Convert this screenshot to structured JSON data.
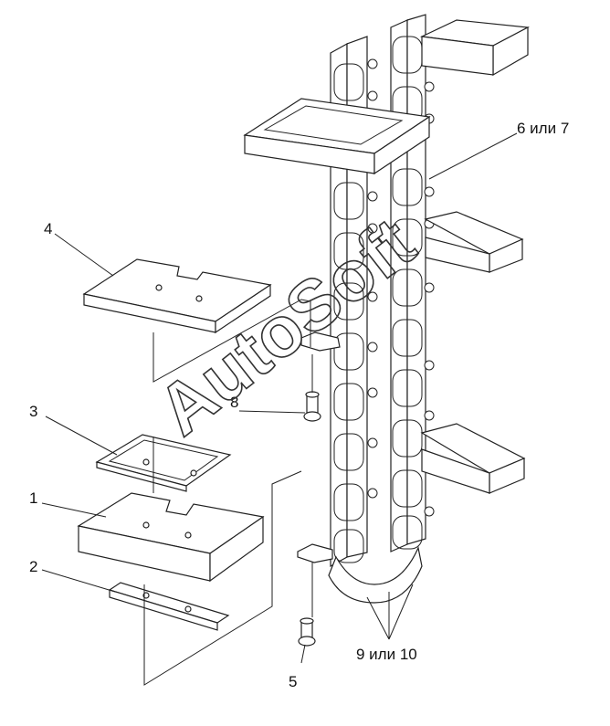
{
  "callouts": {
    "label_1": "1",
    "label_2": "2",
    "label_3": "3",
    "label_4": "4",
    "label_5": "5",
    "label_8": "8",
    "label_6_7": "6 или 7",
    "label_9_10": "9 или 10"
  },
  "watermark": "AutoSoft"
}
